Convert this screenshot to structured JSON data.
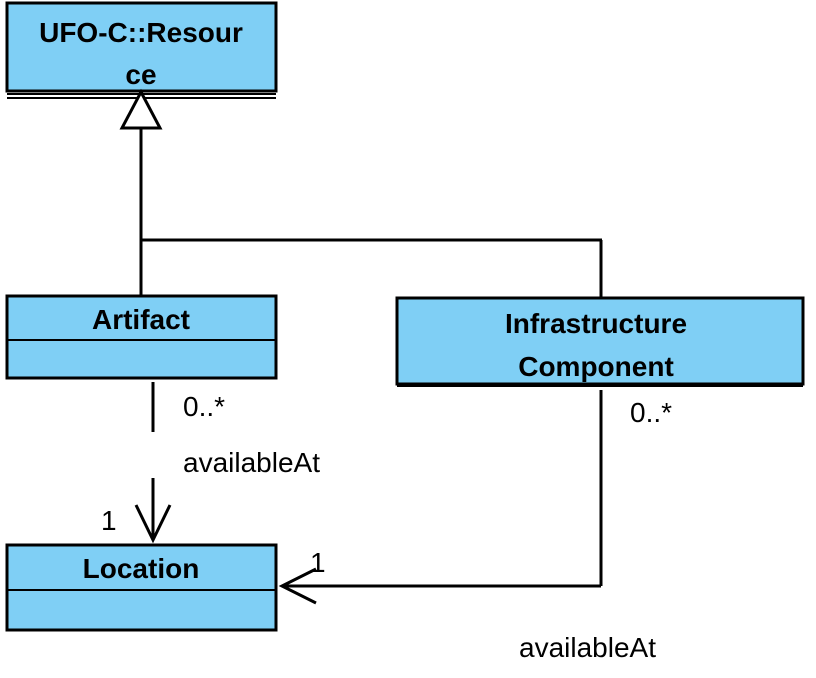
{
  "classes": {
    "resource": {
      "name_line1": "UFO-C::Resour",
      "name_line2": "ce"
    },
    "artifact": {
      "name": "Artifact"
    },
    "infrastructure": {
      "name_line1": "Infrastructure",
      "name_line2": "Component"
    },
    "location": {
      "name": "Location"
    }
  },
  "associations": {
    "artifact_location": {
      "label": "availableAt",
      "source_multiplicity": "0..*",
      "target_multiplicity": "1"
    },
    "infrastructure_location": {
      "label": "availableAt",
      "source_multiplicity": "0..*",
      "target_multiplicity": "1"
    }
  },
  "colors": {
    "class_fill": "#7fcff5",
    "line": "#000000",
    "background": "#ffffff"
  }
}
